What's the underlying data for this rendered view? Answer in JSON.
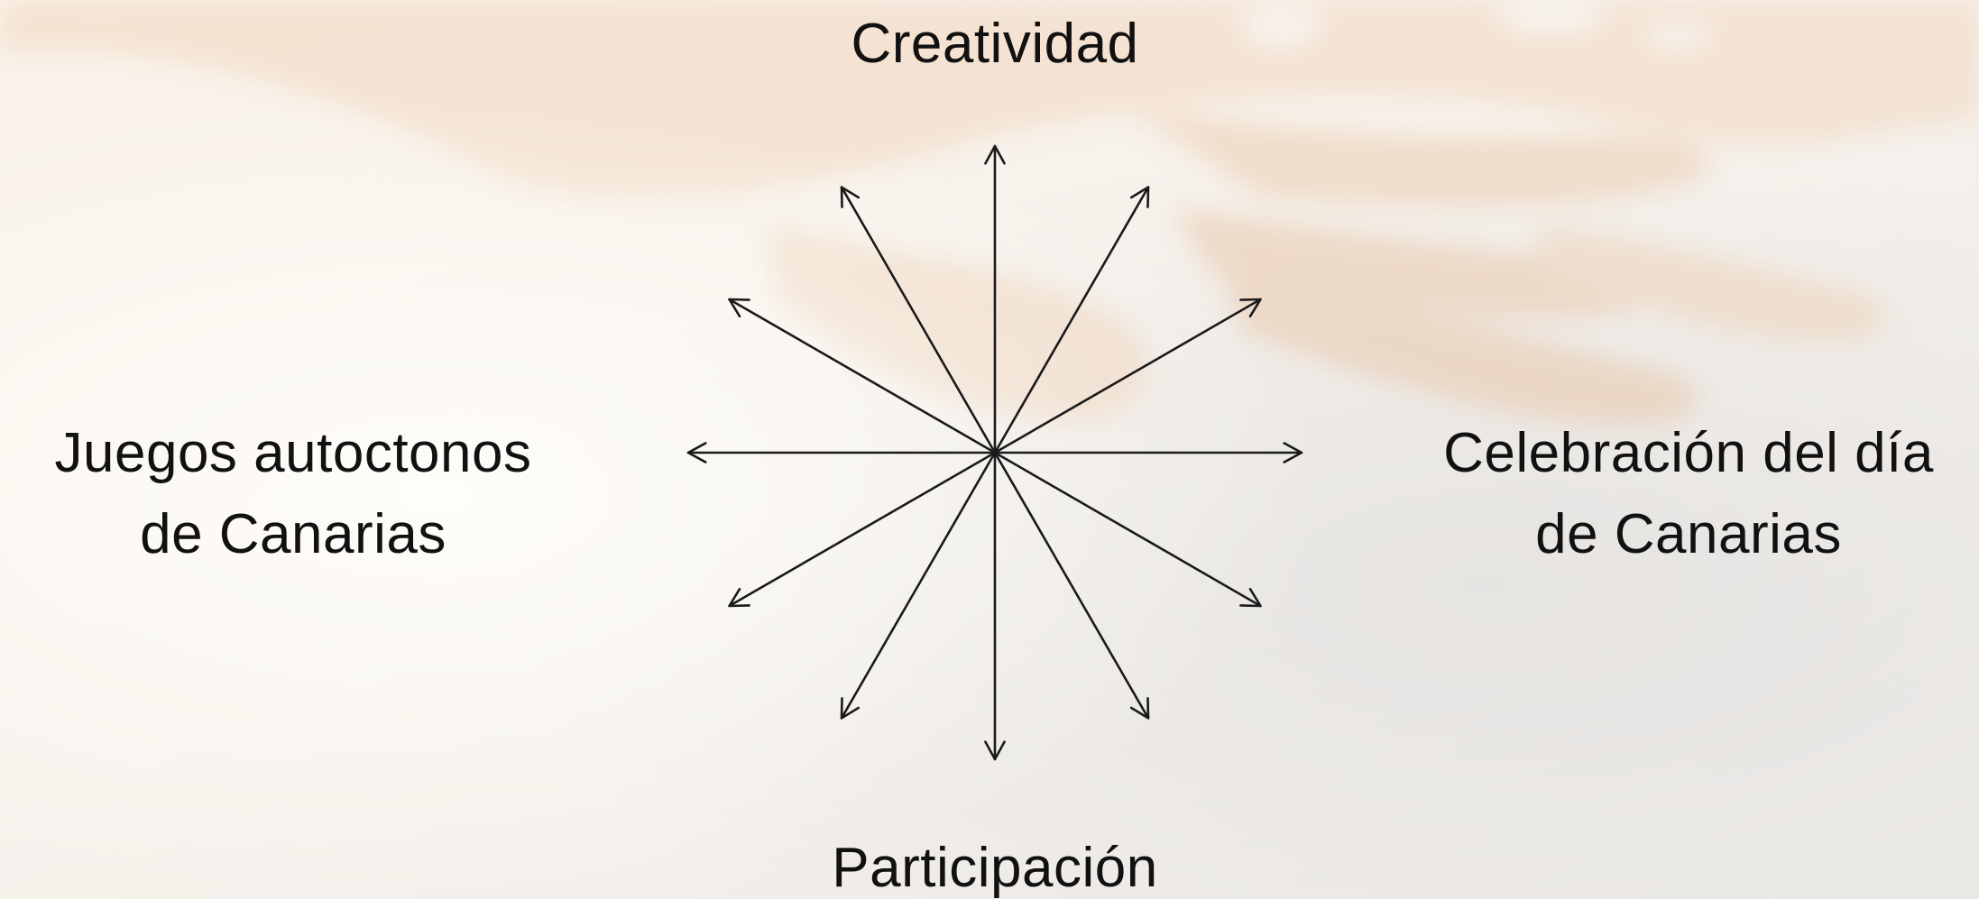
{
  "diagram": {
    "center_icon": "radiating-arrows-icon",
    "arrow_count": 12,
    "labels": {
      "top": "Creatividad",
      "bottom": "Participación",
      "left_line1": "Juegos autoctonos",
      "left_line2": "de Canarias",
      "right_line1": "Celebración del día",
      "right_line2": "de Canarias"
    }
  },
  "background": {
    "description_icon": "stacked-hands-photo",
    "colors": {
      "base": "#f6f1ea",
      "skin": "#e9c7a6",
      "shadow": "#d9d4cf"
    }
  },
  "colors": {
    "text": "#111111",
    "arrow": "#1a1a1a"
  }
}
